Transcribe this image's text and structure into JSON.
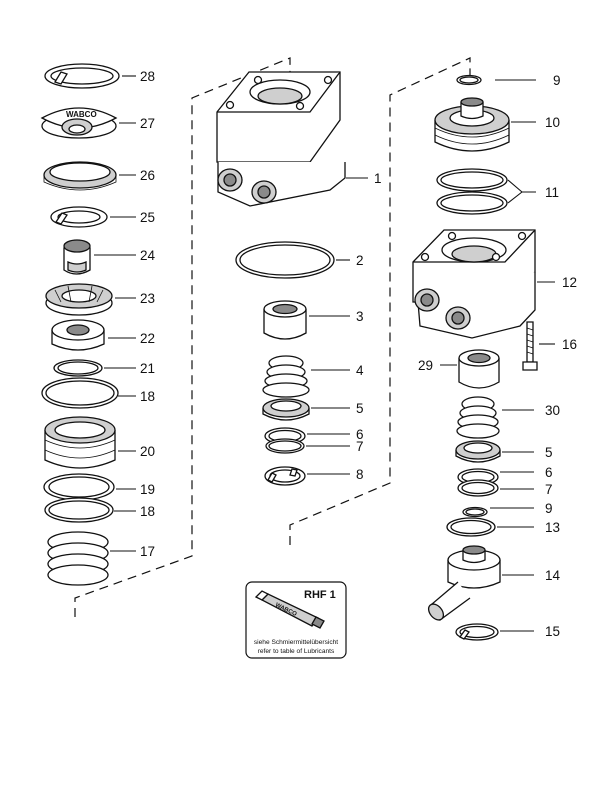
{
  "callouts": [
    "28",
    "27",
    "26",
    "25",
    "24",
    "23",
    "22",
    "21",
    "18",
    "20",
    "19",
    "18",
    "17",
    "1",
    "2",
    "3",
    "4",
    "5",
    "6",
    "7",
    "8",
    "9",
    "10",
    "11",
    "12",
    "16",
    "29",
    "30",
    "5",
    "6",
    "7",
    "9",
    "13",
    "14",
    "15"
  ],
  "brand_mark": "WABCO",
  "lubricant_box": {
    "code": "RHF 1",
    "tube_text": "WABCO",
    "line_de": "siehe Schmiermittelübersicht",
    "line_en": "refer to table of Lubricants"
  }
}
